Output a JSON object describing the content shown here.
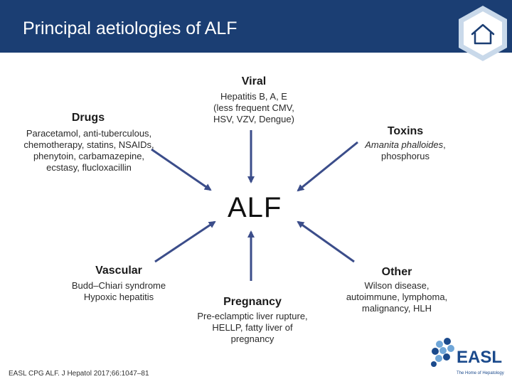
{
  "header": {
    "title": "Principal aetiologies of ALF"
  },
  "center": {
    "label": "ALF"
  },
  "viral": {
    "heading": "Viral",
    "lines": [
      "Hepatitis B, A, E",
      "(less frequent CMV,",
      "HSV, VZV, Dengue)"
    ]
  },
  "drugs": {
    "heading": "Drugs",
    "lines": [
      "Paracetamol, anti-tuberculous,",
      "chemotherapy, statins, NSAIDs,",
      "phenytoin, carbamazepine,",
      "ecstasy, flucloxacillin"
    ]
  },
  "toxins": {
    "heading": "Toxins",
    "line1_italic": "Amanita phalloides",
    "line1_rest": ",",
    "line2": "phosphorus"
  },
  "vascular": {
    "heading": "Vascular",
    "lines": [
      "Budd–Chiari syndrome",
      "Hypoxic hepatitis"
    ]
  },
  "pregnancy": {
    "heading": "Pregnancy",
    "lines": [
      "Pre-eclamptic liver rupture,",
      "HELLP, fatty liver of",
      "pregnancy"
    ]
  },
  "other": {
    "heading": "Other",
    "lines": [
      "Wilson disease,",
      "autoimmune, lymphoma,",
      "malignancy, HLH"
    ]
  },
  "footer": {
    "citation": "EASL CPG ALF. J Hepatol 2017;66:1047–81"
  },
  "logo": {
    "wordmark": "EASL",
    "tagline": "The Home of Hepatology"
  },
  "colors": {
    "header_bg": "#1b3e73",
    "arrow": "#3b4d8a",
    "logo_blue": "#1b4a8c",
    "logo_light": "#6fa6d8"
  }
}
